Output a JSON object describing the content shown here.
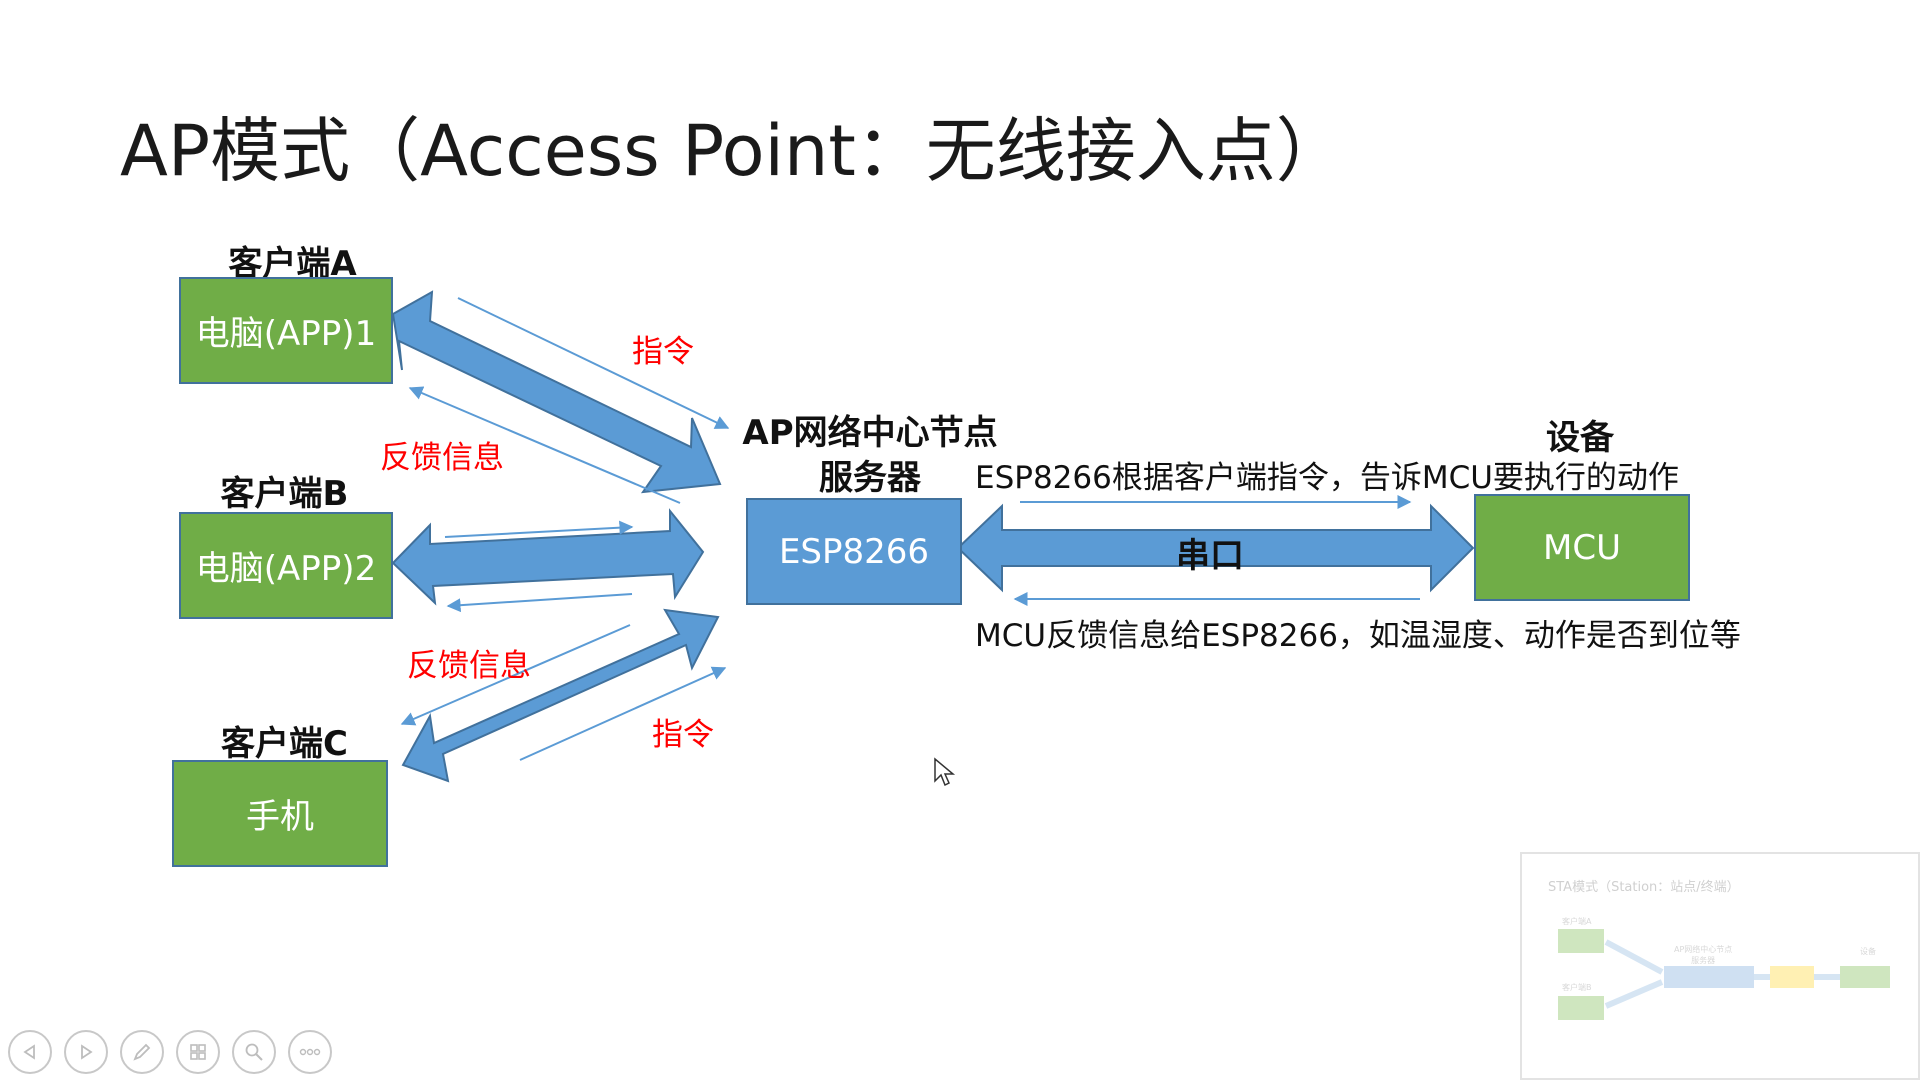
{
  "slide": {
    "title": "AP模式（Access Point：无线接入点）",
    "client_a": {
      "header": "客户端A",
      "box": "电脑(APP)1"
    },
    "client_b": {
      "header": "客户端B",
      "box": "电脑(APP)2"
    },
    "client_c": {
      "header": "客户端C",
      "box": "手机"
    },
    "center": {
      "header_line1": "AP网络中心节点",
      "header_line2": "服务器",
      "box": "ESP8266"
    },
    "device": {
      "header": "设备",
      "box": "MCU"
    },
    "labels": {
      "cmd_a": "指令",
      "feedback_a": "反馈信息",
      "feedback_c": "反馈信息",
      "cmd_c": "指令",
      "serial": "串口",
      "esp_to_mcu": "ESP8266根据客户端指令，告诉MCU要执行的动作",
      "mcu_to_esp": "MCU反馈信息给ESP8266，如温湿度、动作是否到位等"
    }
  },
  "thumbnail": {
    "title": "STA模式（Station：站点/终端）",
    "client_a": "客户端A",
    "client_b": "客户端B",
    "center": "AP网络中心节点\n服务器",
    "device": "设备"
  },
  "controls": [
    "prev",
    "next",
    "pen",
    "slides",
    "zoom",
    "more"
  ],
  "colors": {
    "green": "#70ad47",
    "blue": "#5b9bd5",
    "border": "#41719c",
    "red": "#ff0000"
  }
}
